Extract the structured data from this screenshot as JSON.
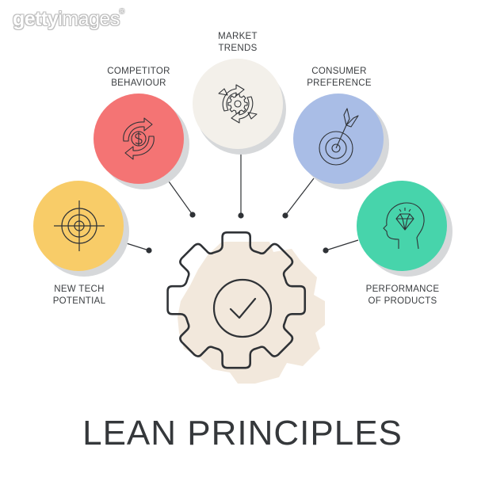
{
  "watermark": {
    "bold_part": "getty",
    "light_part": "images",
    "mark": "®"
  },
  "title": "LEAN PRINCIPLES",
  "colors": {
    "competitor": "#f47474",
    "market": "#f3f0ea",
    "consumer": "#a9bde6",
    "new_tech": "#f8cc68",
    "performance": "#47d4ab",
    "shadow": "#d6d8da",
    "gear_fill": "#f2e8dc",
    "stroke": "#2f3236"
  },
  "nodes": [
    {
      "id": "new_tech",
      "line1": "NEW TECH",
      "line2": "POTENTIAL",
      "icon": "crosshair-icon"
    },
    {
      "id": "competitor",
      "line1": "COMPETITOR",
      "line2": "BEHAVIOUR",
      "icon": "dollar-exchange-icon"
    },
    {
      "id": "market",
      "line1": "MARKET",
      "line2": "TRENDS",
      "icon": "gear-cycle-icon"
    },
    {
      "id": "consumer",
      "line1": "CONSUMER",
      "line2": "PREFERENCE",
      "icon": "target-arrow-icon"
    },
    {
      "id": "performance",
      "line1": "PERFORMANCE",
      "line2": "OF PRODUCTS",
      "icon": "head-diamond-icon"
    }
  ],
  "center": {
    "icon": "gear-check-icon"
  }
}
